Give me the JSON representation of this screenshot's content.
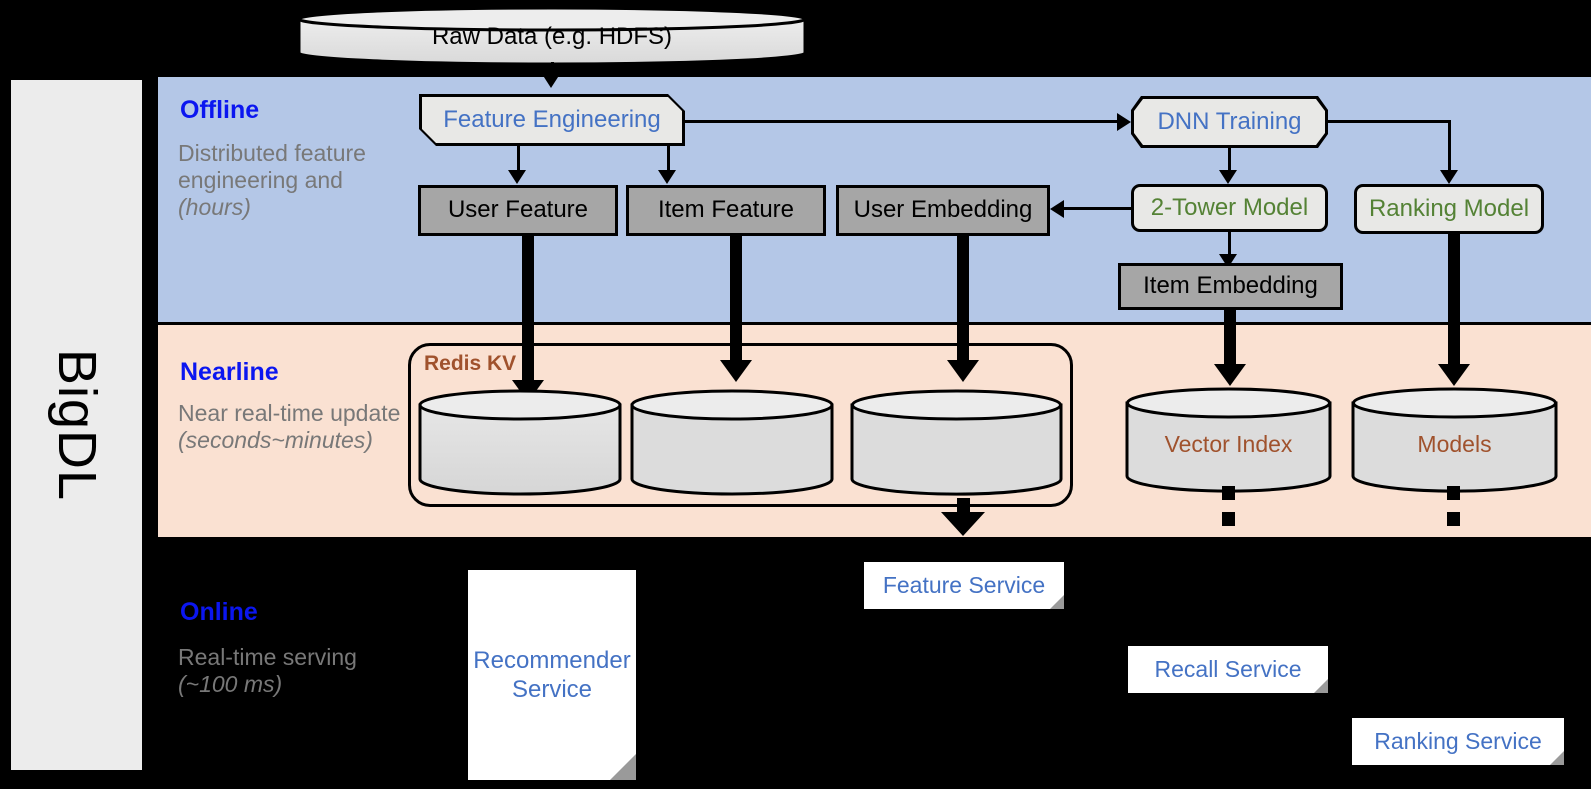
{
  "platform": {
    "name": "BigDL"
  },
  "source": {
    "label": "Raw Data (e.g. HDFS)"
  },
  "bands": {
    "offline": {
      "title": "Offline",
      "subtitle": "Distributed feature engineering and ",
      "subtitle_emphasis": "(hours)",
      "bg": "#b4c7e7"
    },
    "nearline": {
      "title": "Nearline",
      "subtitle": "Near real-time update ",
      "subtitle_emphasis": "(seconds~minutes)",
      "bg": "#fae1d2"
    },
    "online": {
      "title": "Online",
      "subtitle": "Real-time serving ",
      "subtitle_emphasis": "(~100 ms)",
      "bg": "#000000"
    }
  },
  "offline": {
    "feature_engineering": "Feature Engineering",
    "dnn_training": "DNN Training",
    "user_feature": "User Feature",
    "item_feature": "Item Feature",
    "user_embedding": "User Embedding",
    "two_tower_model": "2-Tower Model",
    "ranking_model": "Ranking Model",
    "item_embedding": "Item Embedding"
  },
  "nearline": {
    "redis_kv": "Redis KV",
    "stores": [
      "",
      "",
      ""
    ],
    "vector_index": "Vector Index",
    "models": "Models"
  },
  "online": {
    "recommender_service": "Recommender Service",
    "feature_service": "Feature Service",
    "recall_service": "Recall Service",
    "ranking_service": "Ranking Service"
  },
  "colors": {
    "offline_bg": "#b4c7e7",
    "nearline_bg": "#fae1d2",
    "online_bg": "#000000",
    "band_title": "#0b16f0",
    "band_sub": "#787878",
    "blue_text": "#4472c4",
    "green_text": "#548235",
    "brown_text": "#a0522d",
    "gray_box": "#a6a6a6",
    "light_box": "#e8e8e6"
  }
}
